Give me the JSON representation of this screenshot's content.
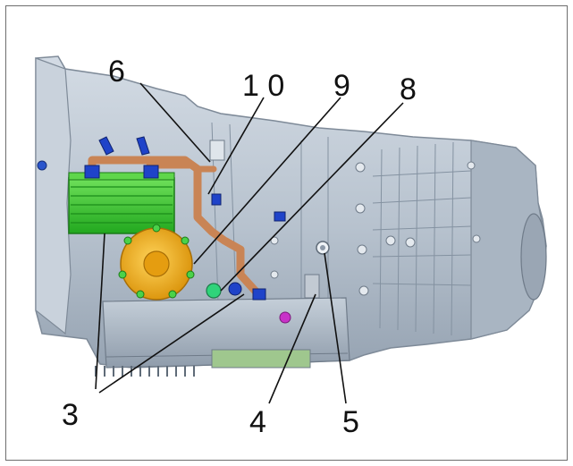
{
  "callouts": {
    "c3": "3",
    "c4": "4",
    "c5": "5",
    "c6": "6",
    "c8": "8",
    "c9": "9",
    "c10": "1 0"
  },
  "colors": {
    "housing": "#b9c4d0",
    "housing_dark": "#8d99a8",
    "oil_cooler": "#39c33a",
    "oil_filter": "#f0b21a",
    "coolant_pipe": "#c98455",
    "blue_fitting": "#1f43c9",
    "green_plug": "#2fd37a",
    "magenta_sensor": "#c832c8",
    "leader_line": "#111111"
  },
  "icons": {
    "oil_cooler": "oil-cooler-icon",
    "oil_filter": "oil-filter-icon"
  }
}
